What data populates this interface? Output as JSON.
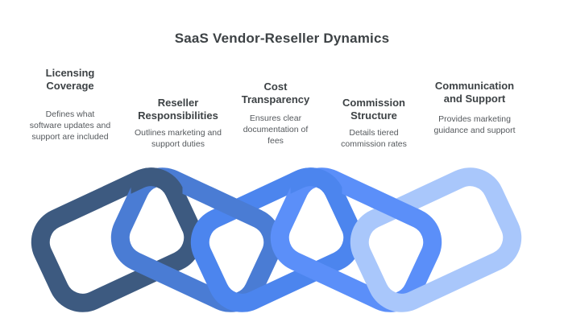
{
  "title": "SaaS Vendor-Reseller Dynamics",
  "colors": {
    "background": "#FFFFFF",
    "title_text": "#3D4245",
    "heading_text": "#3D4245",
    "description_text": "#55595D"
  },
  "columns": [
    {
      "heading": "Licensing Coverage",
      "description": "Defines what software updates and support are included"
    },
    {
      "heading": "Reseller Responsibilities",
      "description": "Outlines marketing and support duties"
    },
    {
      "heading": "Cost Transparency",
      "description": "Ensures clear documentation of fees"
    },
    {
      "heading": "Commission Structure",
      "description": "Details tiered commission rates"
    },
    {
      "heading": "Communication and Support",
      "description": "Provides marketing guidance and support"
    }
  ],
  "chain": {
    "links": [
      {
        "label": "Licensing Coverage",
        "color": "#3D5A80"
      },
      {
        "label": "Reseller Responsibilities",
        "color": "#4A7CD4"
      },
      {
        "label": "Cost Transparency",
        "color": "#4C85EE"
      },
      {
        "label": "Commission Structure",
        "color": "#5B8FF9"
      },
      {
        "label": "Communication and Support",
        "color": "#A9C7FB"
      }
    ]
  }
}
